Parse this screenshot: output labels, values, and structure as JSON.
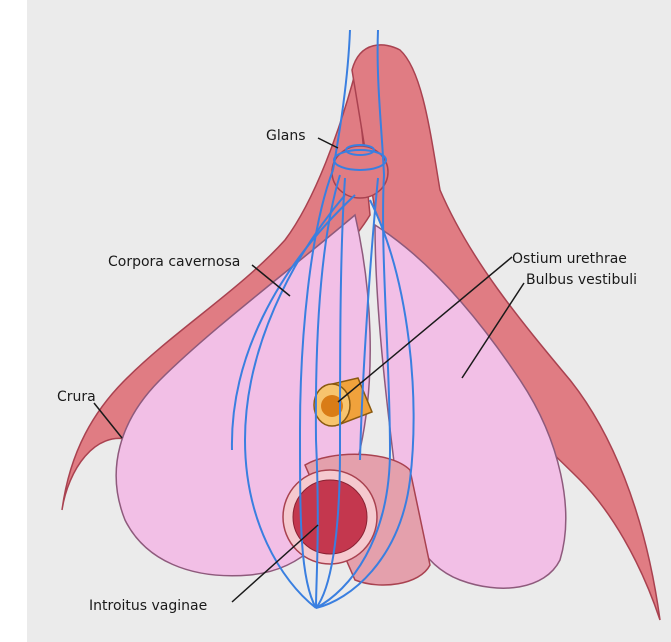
{
  "labels": {
    "glans": "Glans",
    "corpora_cavernosa": "Corpora cavernosa",
    "ostium_urethrae": "Ostium urethrae",
    "bulbus_vestibuli": "Bulbus vestibuli",
    "crura": "Crura",
    "introitus_vaginae": "Introitus vaginae"
  },
  "colors": {
    "background": "#ebebeb",
    "erectile_red": "#e07c83",
    "erectile_stroke": "#a94250",
    "bulb_pink": "#f2bfe6",
    "bulb_stroke": "#8e5a7c",
    "nerves": "#3a7fe0",
    "urethra_orange": "#f0a23c",
    "vagina_red": "#c4374e",
    "vagina_ring": "#f5c9cf"
  }
}
